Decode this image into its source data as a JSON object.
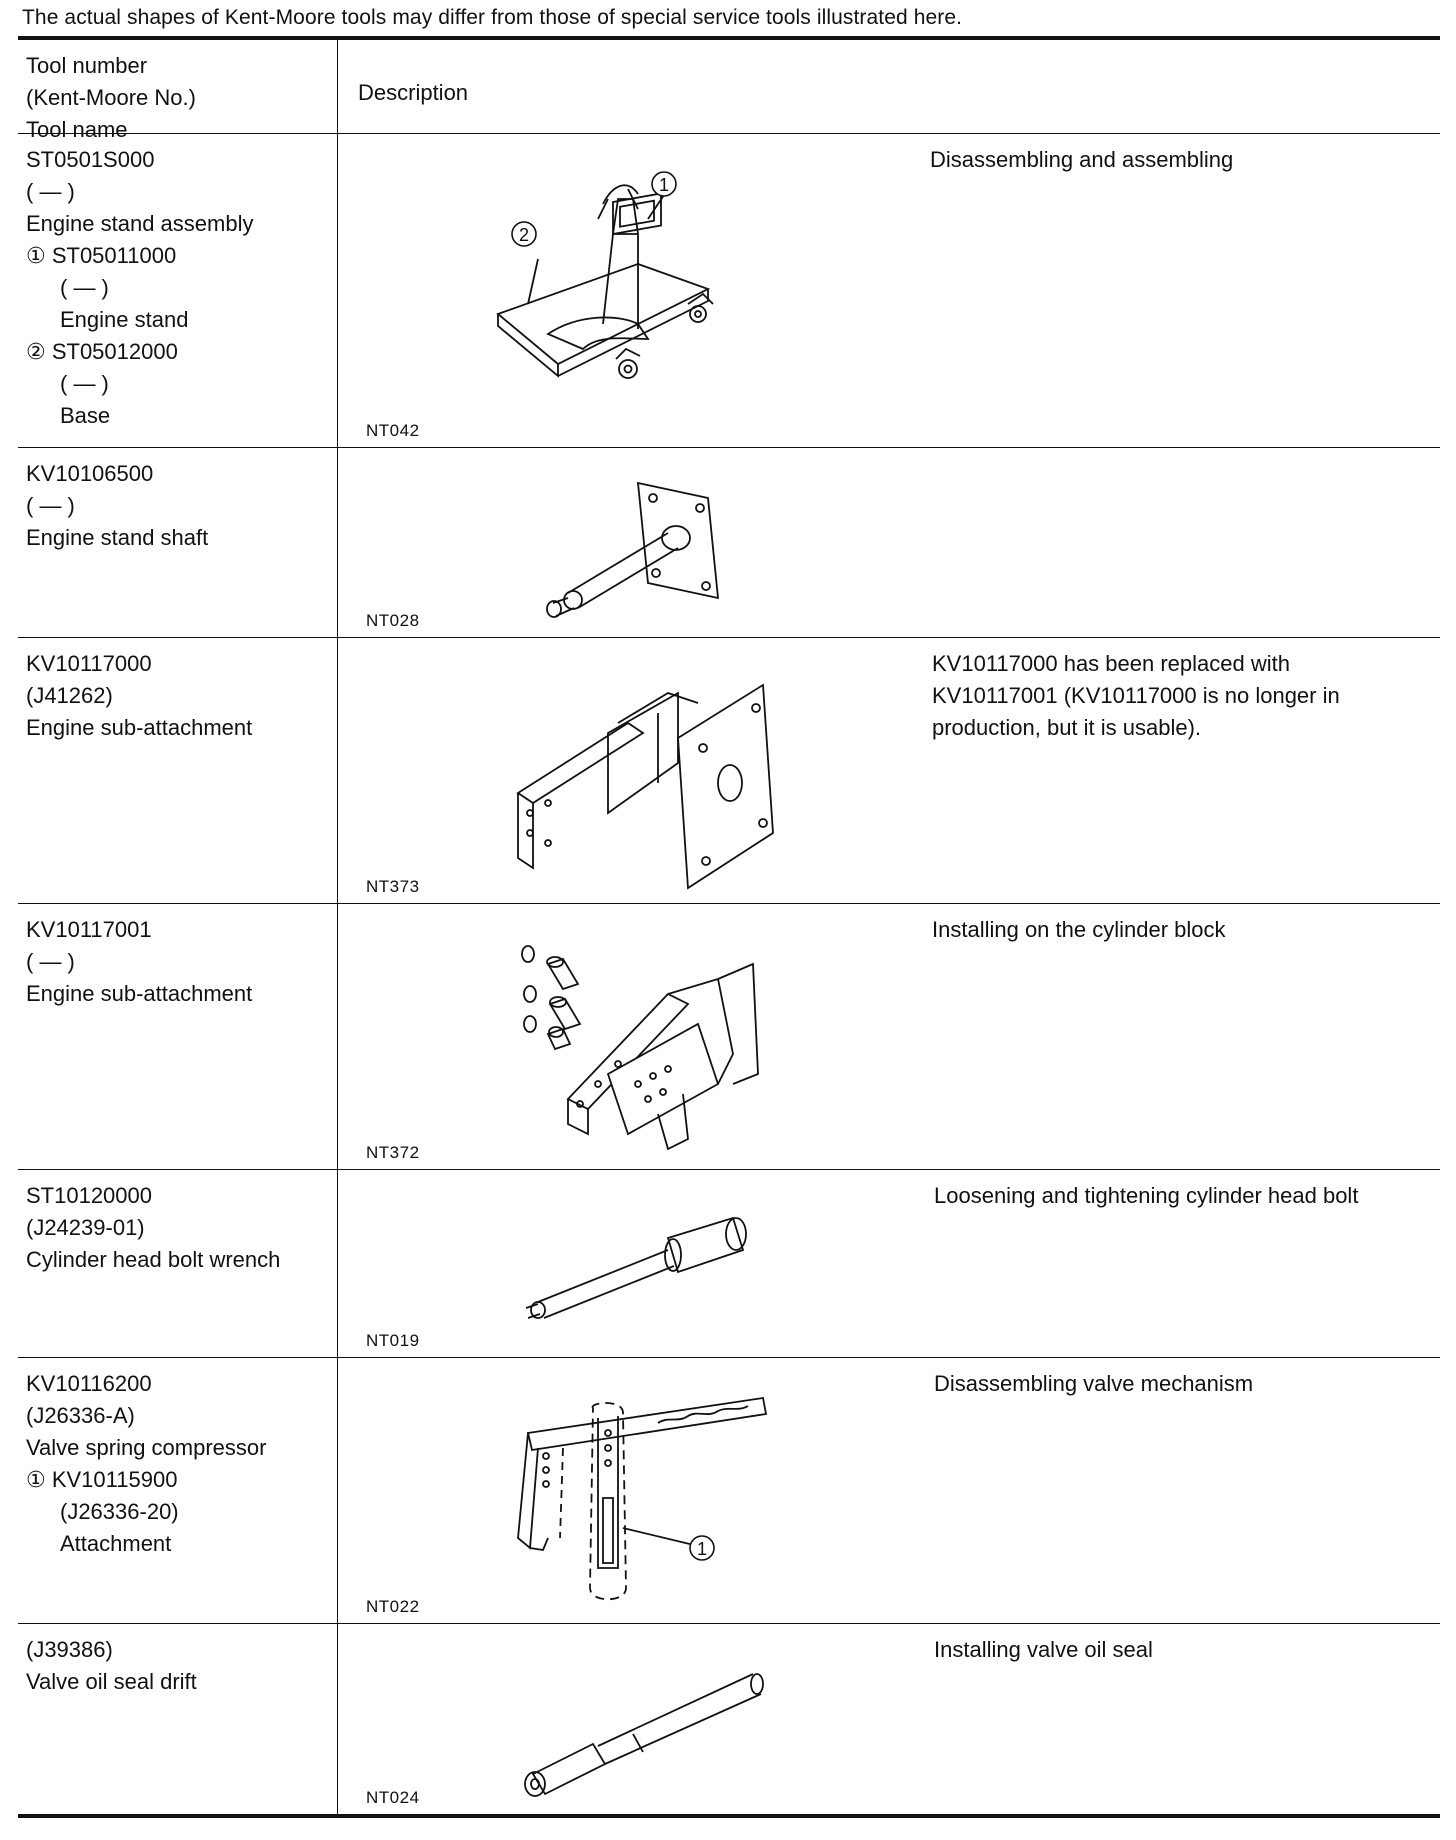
{
  "note": "The actual shapes of Kent-Moore tools may differ from those of special service tools illustrated here.",
  "header": {
    "left": [
      "Tool number",
      "(Kent-Moore No.)",
      "Tool name"
    ],
    "right": "Description"
  },
  "rows": [
    {
      "lines": [
        "ST0501S000",
        "(   —   )",
        "Engine stand assembly",
        "①  ST05011000",
        "(   —   )",
        "Engine stand",
        "②  ST05012000",
        "(   —   )",
        "Base"
      ],
      "code": "NT042",
      "desc": "Disassembling and assembling",
      "callout1": "①",
      "callout2": "②"
    },
    {
      "lines": [
        "KV10106500",
        "(   —   )",
        "Engine stand shaft"
      ],
      "code": "NT028",
      "desc": ""
    },
    {
      "lines": [
        "KV10117000",
        "(J41262)",
        "Engine sub-attachment"
      ],
      "code": "NT373",
      "desc": [
        "KV10117000 has been replaced with",
        "KV10117001 (KV10117000 is no longer in",
        "production, but it is usable)."
      ]
    },
    {
      "lines": [
        "KV10117001",
        "(   —   )",
        "Engine sub-attachment"
      ],
      "code": "NT372",
      "desc": "Installing on the cylinder block"
    },
    {
      "lines": [
        "ST10120000",
        "(J24239-01)",
        "Cylinder head bolt wrench"
      ],
      "code": "NT019",
      "desc": "Loosening and tightening cylinder head bolt"
    },
    {
      "lines": [
        "KV10116200",
        "(J26336-A)",
        "Valve spring compressor",
        "①  KV10115900",
        "(J26336-20)",
        "Attachment"
      ],
      "code": "NT022",
      "desc": "Disassembling valve mechanism",
      "callout1": "①"
    },
    {
      "lines": [
        "(J39386)",
        "Valve oil seal drift"
      ],
      "code": "NT024",
      "desc": "Installing valve oil seal"
    }
  ]
}
